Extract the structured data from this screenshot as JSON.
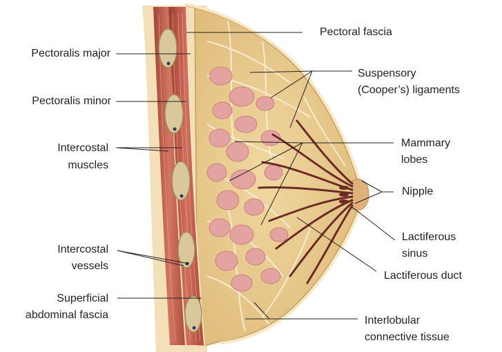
{
  "labels": {
    "pectoral_fascia": "Pectoral fascia",
    "pectoralis_major": "Pectoralis major",
    "pectoralis_minor": "Pectoralis minor",
    "intercostal_muscles_1": "Intercostal",
    "intercostal_muscles_2": "muscles",
    "intercostal_vessels_1": "Intercostal",
    "intercostal_vessels_2": "vessels",
    "superficial_fascia_1": "Superficial",
    "superficial_fascia_2": "abdominal fascia",
    "suspensory_1": "Suspensory",
    "suspensory_2": "(Cooper’s) ligaments",
    "mammary_lobes_1": "Mammary",
    "mammary_lobes_2": "lobes",
    "nipple": "Nipple",
    "lactiferous_sinus_1": "Lactiferous",
    "lactiferous_sinus_2": "sinus",
    "lactiferous_duct": "Lactiferous duct",
    "interlobular_1": "Interlobular",
    "interlobular_2": "connective tissue"
  },
  "colors": {
    "fat": "#e9cf92",
    "fat_dark": "#d8b472",
    "septa": "#f6ecd0",
    "muscle": "#b8503f",
    "muscle_light": "#d77a68",
    "lobule": "#e3a3a0",
    "lobule_dark": "#c97f80",
    "duct": "#6b2a25",
    "rib": "#d9c89c",
    "leader": "#231f20"
  }
}
